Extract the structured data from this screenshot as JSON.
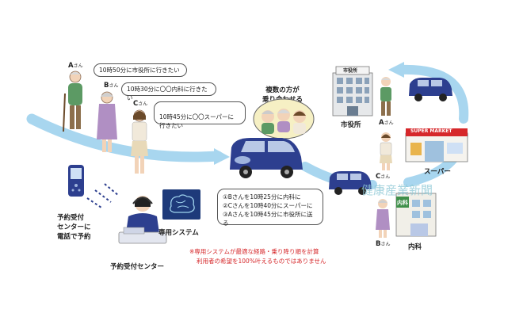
{
  "persons": {
    "a": {
      "name": "A",
      "suffix": "さん"
    },
    "b": {
      "name": "B",
      "suffix": "さん"
    },
    "c": {
      "name": "C",
      "suffix": "さん"
    }
  },
  "requests": [
    "10時50分に市役所に行きたい",
    "10時30分に〇〇内科に行きたい",
    "10時45分に〇〇スーパーに\n行きたい"
  ],
  "shared_ride_label": "複数の方が\n乗り合わせる",
  "reservation": {
    "phone_label": "予約受付\nセンターに\n電話で予約",
    "center_label": "予約受付センター",
    "system_label": "専用システム"
  },
  "schedule": [
    "①Bさんを10時25分に内科に",
    "②Cさんを10時40分にスーパーに",
    "③Aさんを10時45分に市役所に送る"
  ],
  "notes": [
    "※専用システムが最適な経路・乗り降り順を計算",
    "利用者の希望を100%叶えるものではありません"
  ],
  "destinations": {
    "city_hall_sign": "市役所",
    "city_hall_label": "市役所",
    "supermarket_sign": "SUPER MARKET",
    "supermarket_label": "スーパー",
    "clinic_sign": "内科",
    "clinic_label": "内科"
  },
  "watermark": "健康産業新聞",
  "colors": {
    "route": "#9fd3ee",
    "van": "#2d3f8f",
    "note": "#d6282b"
  }
}
